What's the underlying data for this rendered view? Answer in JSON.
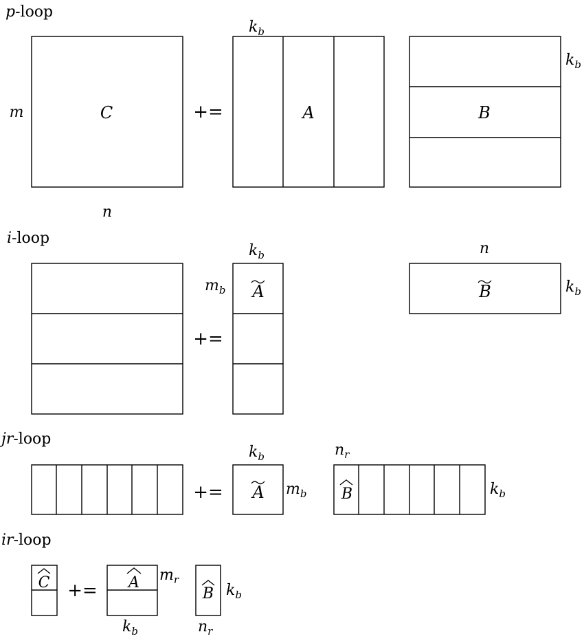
{
  "loops": {
    "p": {
      "title_var": "p",
      "title_suffix": "-loop",
      "C": "C",
      "A": "A",
      "B": "B",
      "op": "+=",
      "m": "m",
      "n": "n",
      "kb_top": "k",
      "kb_top_sub": "b",
      "kb_right": "k",
      "kb_right_sub": "b"
    },
    "i": {
      "title_var": "i",
      "title_suffix": "-loop",
      "A_tilde": "A",
      "B_tilde": "B",
      "op": "+=",
      "kb_top": "k",
      "kb_top_sub": "b",
      "mb": "m",
      "mb_sub": "b",
      "n": "n",
      "kb_right": "k",
      "kb_right_sub": "b"
    },
    "jr": {
      "title_var": "jr",
      "title_suffix": "-loop",
      "A_tilde": "A",
      "B_hat": "B",
      "op": "+=",
      "kb_top": "k",
      "kb_top_sub": "b",
      "mb": "m",
      "mb_sub": "b",
      "nr": "n",
      "nr_sub": "r",
      "kb_right": "k",
      "kb_right_sub": "b"
    },
    "ir": {
      "title_var": "ir",
      "title_suffix": "-loop",
      "C_hat": "C",
      "A_hat": "A",
      "B_hat": "B",
      "op": "+=",
      "mr": "m",
      "mr_sub": "r",
      "kb_right": "k",
      "kb_right_sub": "b",
      "kb_bottom": "k",
      "kb_bottom_sub": "b",
      "nr": "n",
      "nr_sub": "r"
    }
  }
}
